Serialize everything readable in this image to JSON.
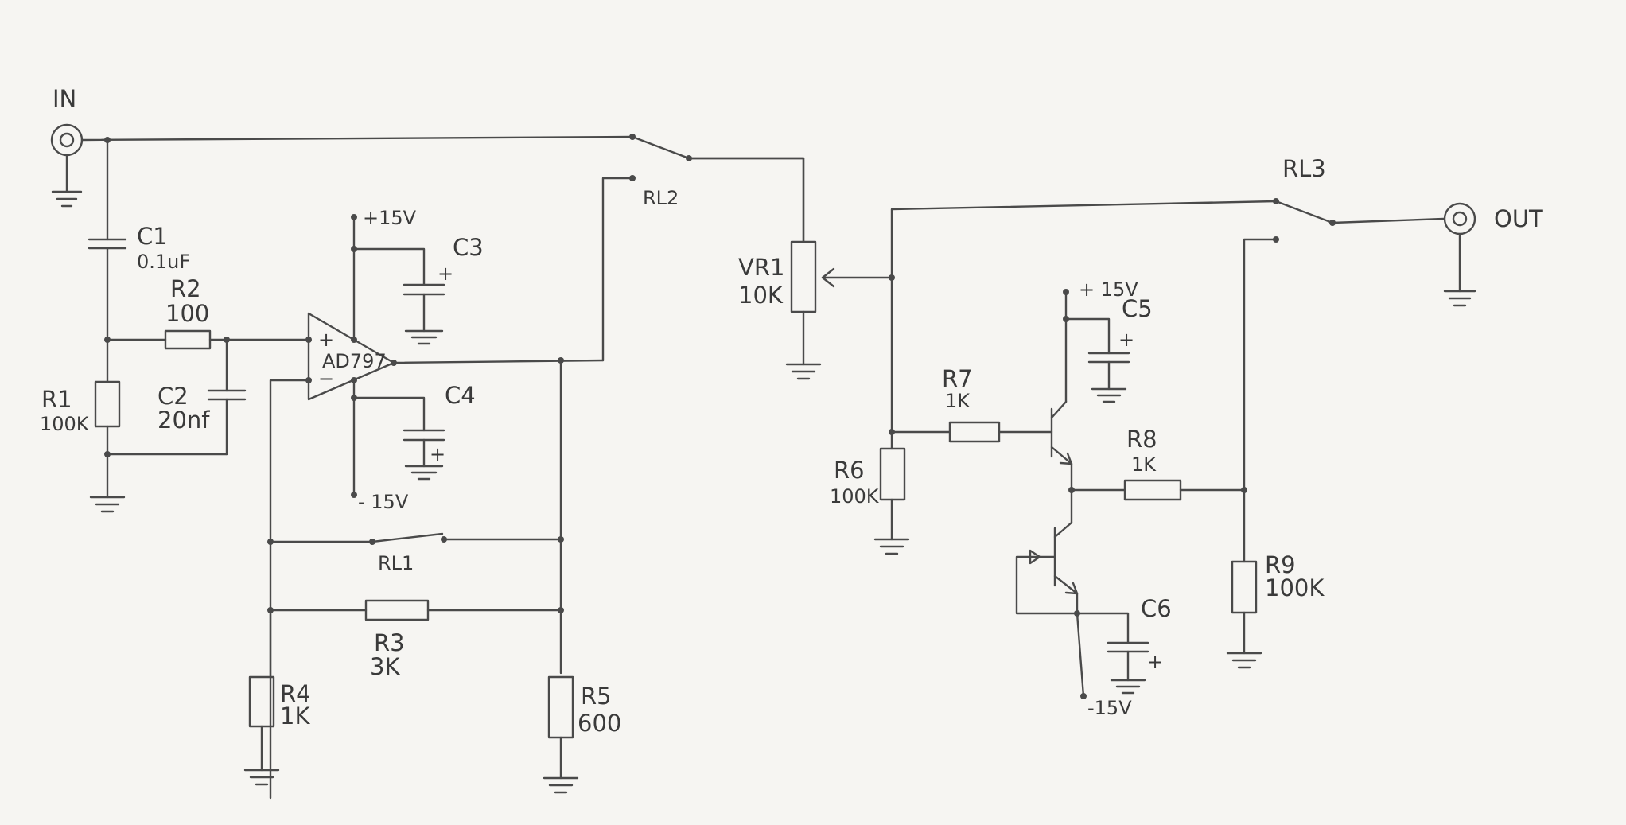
{
  "diagram": {
    "connectors": {
      "input": "IN",
      "output": "OUT"
    },
    "opamp": {
      "part": "AD797",
      "plus": "+",
      "minus": "−"
    },
    "supplies": {
      "pos": "+15V",
      "neg": "- 15V",
      "pos2": "+ 15V",
      "neg2": "-15V"
    },
    "relays": {
      "rl1": "RL1",
      "rl2": "RL2",
      "rl3": "RL3"
    },
    "components": {
      "c1": {
        "name": "C1",
        "value": "0.1uF"
      },
      "c2": {
        "name": "C2",
        "value": "20nf"
      },
      "c3": {
        "name": "C3"
      },
      "c4": {
        "name": "C4"
      },
      "c5": {
        "name": "C5"
      },
      "c6": {
        "name": "C6"
      },
      "r1": {
        "name": "R1",
        "value": "100K"
      },
      "r2": {
        "name": "R2",
        "value": "100"
      },
      "r3": {
        "name": "R3",
        "value": "3K"
      },
      "r4": {
        "name": "R4",
        "value": "1K"
      },
      "r5": {
        "name": "R5",
        "value": "600"
      },
      "r6": {
        "name": "R6",
        "value": "100K"
      },
      "r7": {
        "name": "R7",
        "value": "1K"
      },
      "r8": {
        "name": "R8",
        "value": "1K"
      },
      "r9": {
        "name": "R9",
        "value": "100K"
      },
      "vr1": {
        "name": "VR1",
        "value": "10K"
      }
    },
    "polarity_mark": "+"
  }
}
